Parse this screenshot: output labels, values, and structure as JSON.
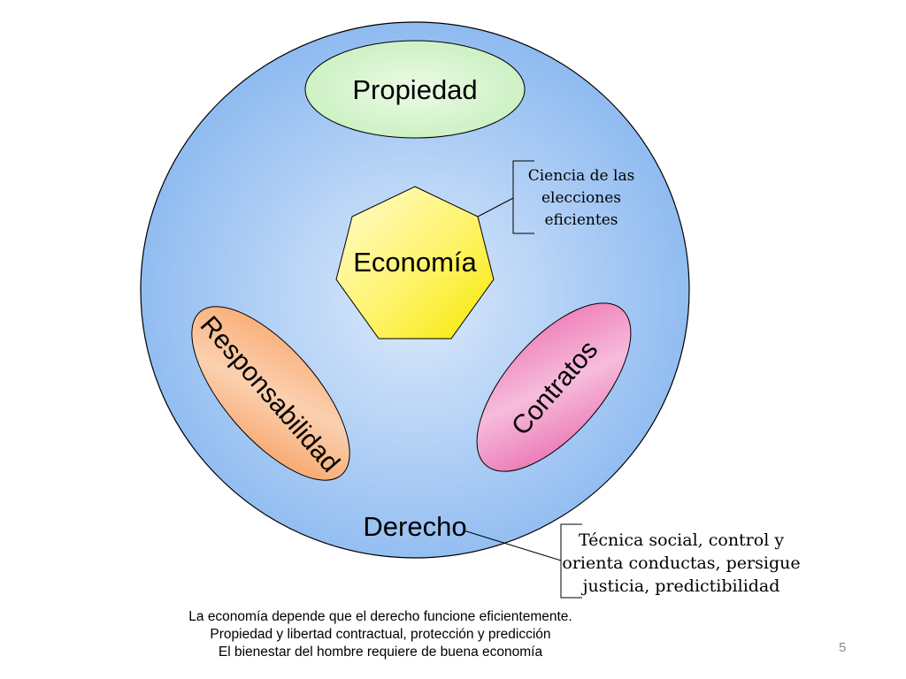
{
  "diagram": {
    "circle_label": "Derecho",
    "economia": {
      "label": "Economía",
      "note_lines": [
        "Ciencia de las",
        "elecciones",
        "eficientes"
      ]
    },
    "propiedad": {
      "label": "Propiedad"
    },
    "responsabilidad": {
      "label": "Responsabilidad"
    },
    "contratos": {
      "label": "Contratos"
    },
    "derecho_note_lines": [
      "Técnica social, control y",
      "orienta conductas, persigue",
      "justicia, predictibilidad"
    ]
  },
  "caption": {
    "lines": [
      "La economía depende que el derecho funcione eficientemente.",
      "Propiedad y libertad contractual, protección y predicción",
      "El bienestar del hombre requiere de buena economía"
    ]
  },
  "page_number": "5",
  "colors": {
    "circle_edge": "#8ab8f0",
    "circle_center": "#dbe9fb",
    "propiedad_fill": "#d8f4d0",
    "economia_fill": "#fff36a",
    "responsabilidad_fill": "#f7b27a",
    "contratos_fill": "#ef86c0",
    "stroke": "#000000"
  }
}
